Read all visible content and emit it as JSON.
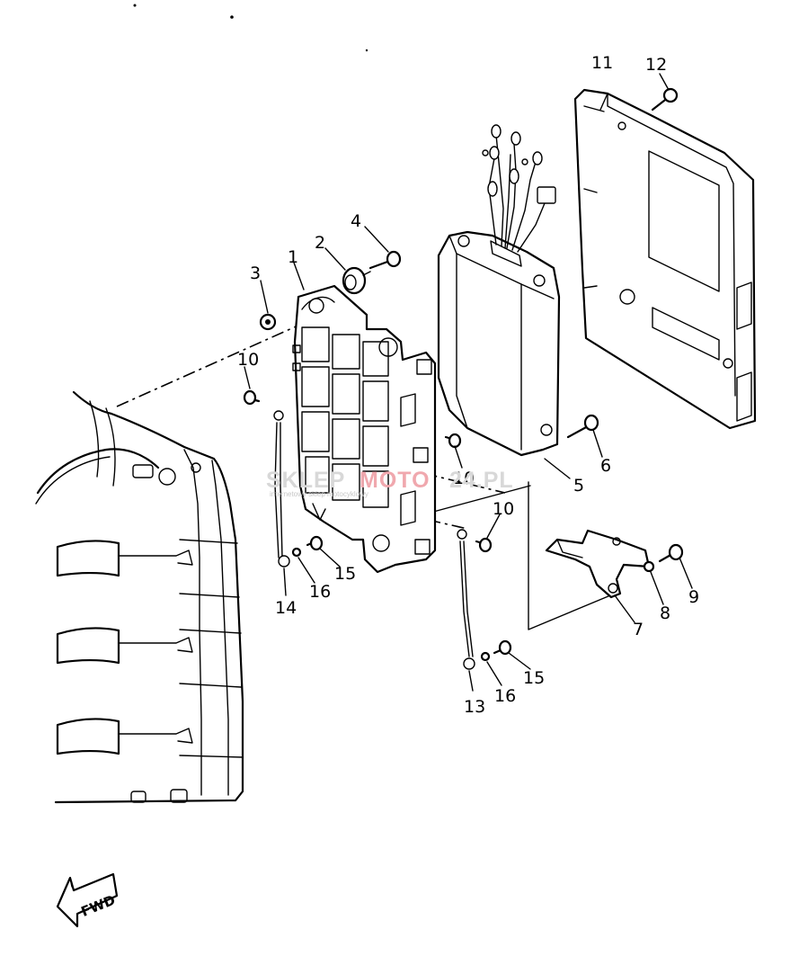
{
  "callouts": [
    {
      "id": "c1",
      "text": "1"
    },
    {
      "id": "c2",
      "text": "2"
    },
    {
      "id": "c3",
      "text": "3"
    },
    {
      "id": "c4",
      "text": "4"
    },
    {
      "id": "c5",
      "text": "5"
    },
    {
      "id": "c6",
      "text": "6"
    },
    {
      "id": "c7",
      "text": "7"
    },
    {
      "id": "c8",
      "text": "8"
    },
    {
      "id": "c9",
      "text": "9"
    },
    {
      "id": "c10a",
      "text": "10"
    },
    {
      "id": "c10b",
      "text": "10"
    },
    {
      "id": "c10c",
      "text": "10"
    },
    {
      "id": "c11",
      "text": "11"
    },
    {
      "id": "c12",
      "text": "12"
    },
    {
      "id": "c13",
      "text": "13"
    },
    {
      "id": "c14",
      "text": "14"
    },
    {
      "id": "c15a",
      "text": "15"
    },
    {
      "id": "c15b",
      "text": "15"
    },
    {
      "id": "c16a",
      "text": "16"
    },
    {
      "id": "c16b",
      "text": "16"
    }
  ],
  "watermark": {
    "brand_part1": "SKLEP",
    "brand_part2": "MOTO",
    "brand_part3": "24.PL",
    "tagline": "internetowy sklep motocyklowy"
  },
  "direction_arrow": {
    "label": "FWD"
  }
}
